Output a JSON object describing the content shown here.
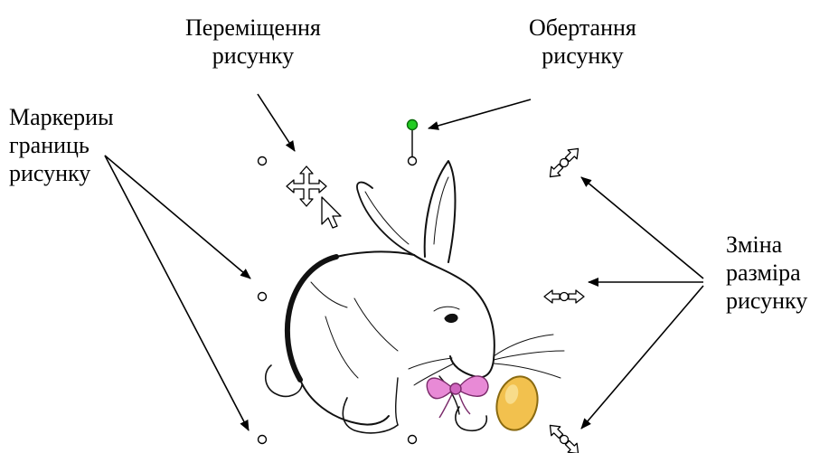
{
  "labels": {
    "move": "Переміщення\nрисунку",
    "rotate": "Обертання\nрисунку",
    "markers": "Маркериы\nграниць\nрисунку",
    "resize": "Зміна\nразміра\nрисунку"
  },
  "icons": {
    "move_cursor": "move-cursor-icon",
    "arrow_pointer": "arrow-pointer-icon",
    "rotate_handle": "rotate-handle-icon",
    "resize_diagonal": "resize-diagonal-icon",
    "resize_horizontal": "resize-horizontal-icon",
    "resize_diagonal_bottom": "resize-diagonal-bottom-icon",
    "picture": "easter-bunny-picture"
  },
  "colors": {
    "text": "#000000",
    "rotate_handle": "#22cc22",
    "egg": "#f2c14e",
    "bow": "#e88ad6"
  }
}
